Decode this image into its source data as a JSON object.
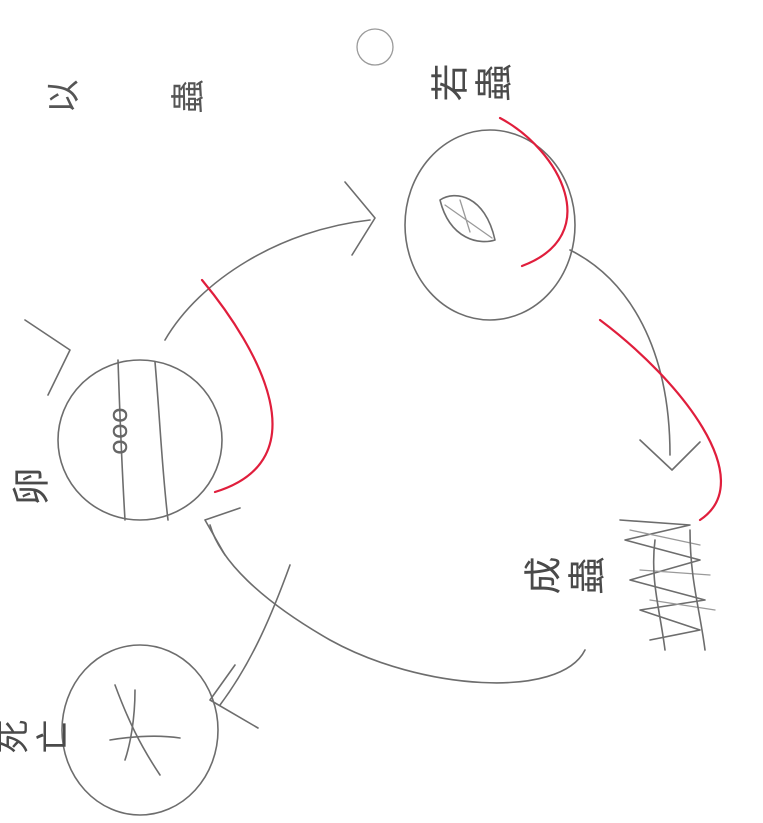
{
  "stages": {
    "egg": "卵",
    "larva": "若蟲",
    "adult": "成蟲",
    "death": "死亡"
  },
  "egg_marks": "ooo",
  "top_fragment": "以 蟲",
  "colors": {
    "pencil": "#6d6d6d",
    "red_pen": "#e01e3c",
    "paper": "#ffffff"
  }
}
